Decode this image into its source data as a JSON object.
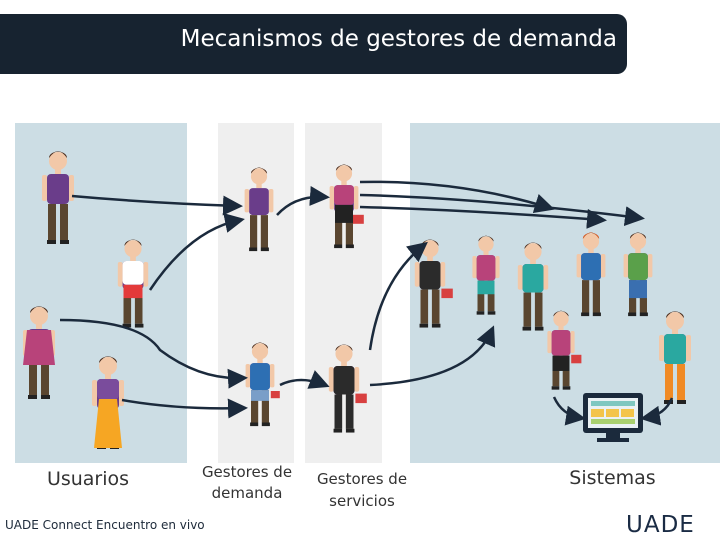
{
  "title": "Mecanismos de gestores de demanda",
  "columns": {
    "usuarios": "Usuarios",
    "gestores_demanda": "Gestores de demanda",
    "gestores_servicios": "Gestores de servicios",
    "sistemas": "Sistemas"
  },
  "footer": "UADE Connect Encuentro en vivo",
  "logo": "UADE",
  "colors": {
    "title_bar": "#172330",
    "panel_blue": "#ccdde4",
    "panel_gray": "#efefef",
    "arrow": "#1b2a3c"
  }
}
